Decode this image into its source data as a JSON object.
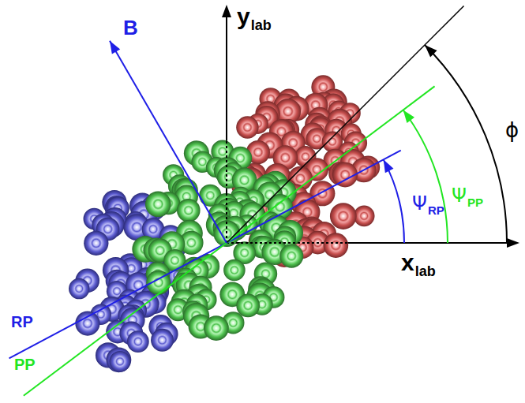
{
  "diagram": {
    "labels": [
      "B",
      "y",
      "lab",
      "x",
      "lab",
      "RP",
      "PP",
      "Ψ",
      "RP",
      "Ψ",
      "PP",
      "ϕ"
    ]
  }
}
